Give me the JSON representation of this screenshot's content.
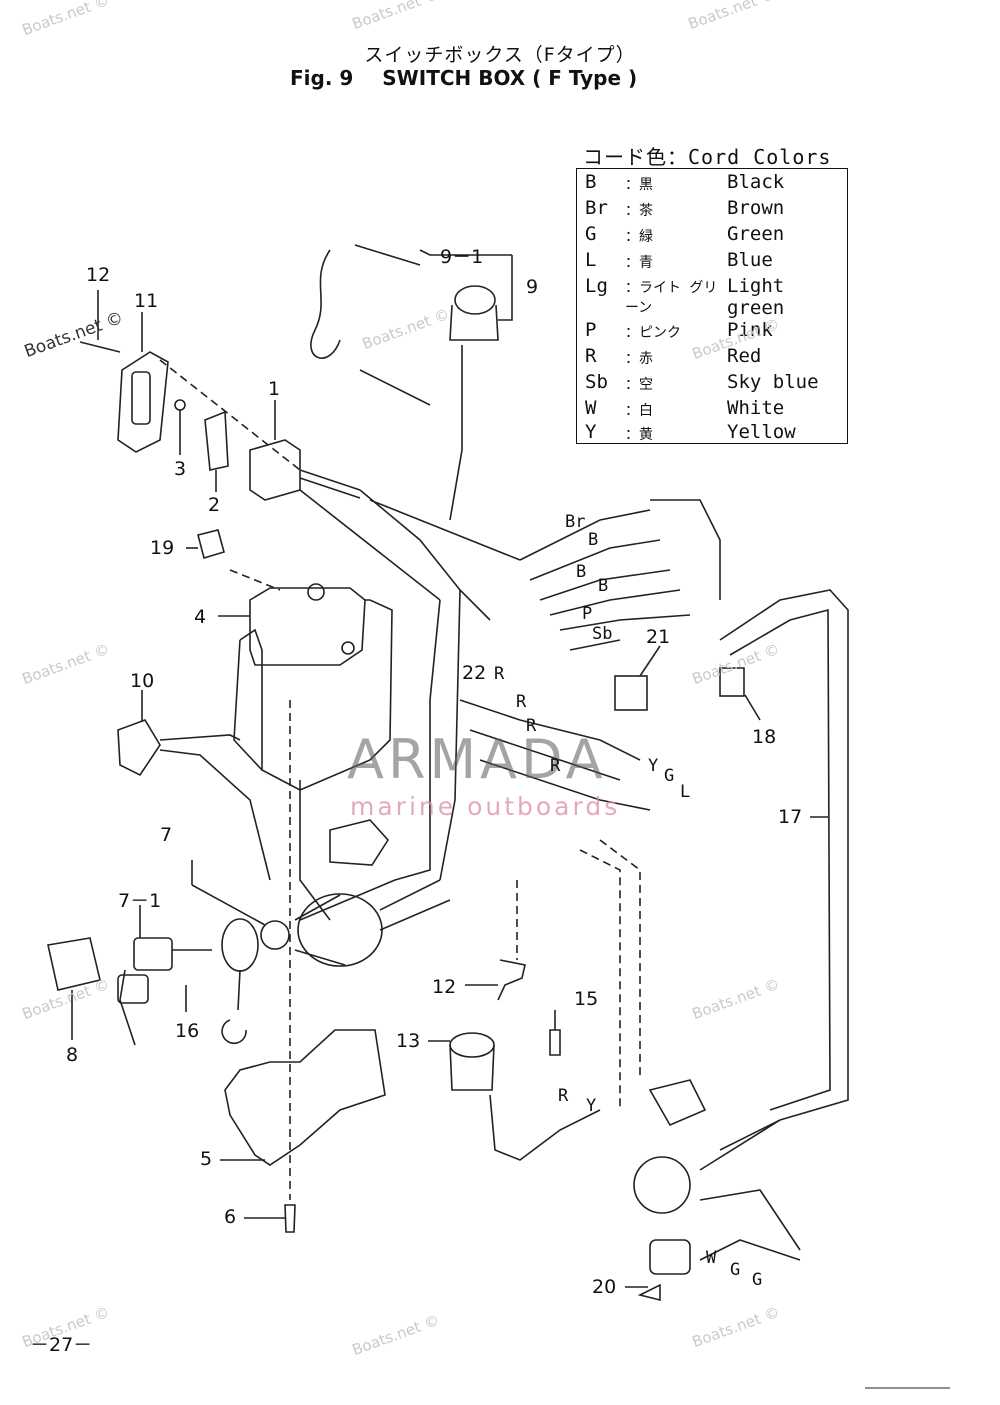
{
  "header": {
    "title_jp": "スイッチボックス（Fタイプ）",
    "fig": "Fig. 9",
    "title_en": "SWITCH BOX ( F Type )"
  },
  "cord_colors": {
    "title": "コード色：Cord Colors",
    "rows": [
      {
        "code": "B",
        "kanji": "：黒",
        "name": "Black"
      },
      {
        "code": "Br",
        "kanji": "：茶",
        "name": "Brown"
      },
      {
        "code": "G",
        "kanji": "：緑",
        "name": "Green"
      },
      {
        "code": "L",
        "kanji": "：青",
        "name": "Blue"
      },
      {
        "code": "Lg",
        "kanji": "：ライト グリーン",
        "name": "Light green"
      },
      {
        "code": "P",
        "kanji": "：ピンク",
        "name": "Pink"
      },
      {
        "code": "R",
        "kanji": "：赤",
        "name": "Red"
      },
      {
        "code": "Sb",
        "kanji": "：空",
        "name": "Sky blue"
      },
      {
        "code": "W",
        "kanji": "：白",
        "name": "White"
      },
      {
        "code": "Y",
        "kanji": "：黄",
        "name": "Yellow"
      }
    ]
  },
  "part_labels": {
    "p1": "1",
    "p2": "2",
    "p3": "3",
    "p4": "4",
    "p5": "5",
    "p6": "6",
    "p7": "7",
    "p7_1": "7－1",
    "p8": "8",
    "p9": "9",
    "p9_1": "9－1",
    "p10": "10",
    "p11": "11",
    "p12": "12",
    "p12b": "12",
    "p13": "13",
    "p15": "15",
    "p16": "16",
    "p17": "17",
    "p18": "18",
    "p19": "19",
    "p20": "20",
    "p21": "21",
    "p22": "22"
  },
  "wire_labels": {
    "w1": "Br",
    "w2": "B",
    "w3": "B",
    "w4": "B",
    "w5": "P",
    "w6": "Sb",
    "w7": "R",
    "w8": "R",
    "w9": "R",
    "w10": "R",
    "w11": "Y",
    "w12": "G",
    "w13": "L",
    "w14": "R",
    "w15": "Y",
    "w16": "W",
    "w17": "G",
    "w18": "G"
  },
  "watermarks": {
    "wm": "Boats.net ©"
  },
  "brand": {
    "name": "ARMADA",
    "sub": "marine outboards"
  },
  "page_number": "－27－"
}
